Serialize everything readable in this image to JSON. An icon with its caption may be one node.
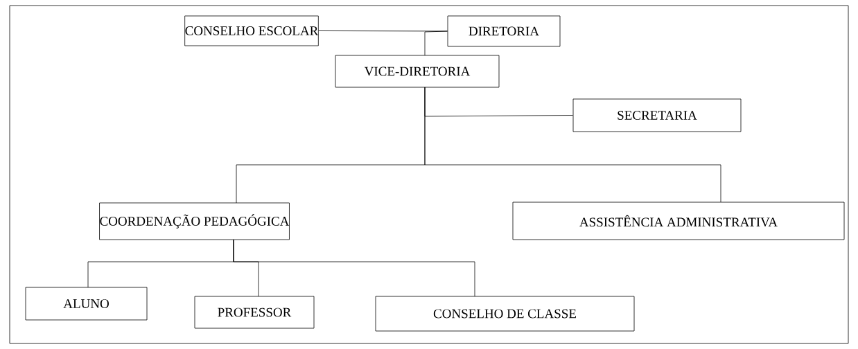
{
  "diagram": {
    "nodes": [
      {
        "text": [
          "CONSELHO ESCOLAR"
        ]
      },
      {
        "text": [
          "DIRETORIA"
        ]
      },
      {
        "text": [
          "VICE-DIRETORIA"
        ]
      },
      {
        "text": [
          "SECRETARIA"
        ]
      },
      {
        "text": [
          "COORDENAÇÃO PEDAGÓGICA"
        ]
      },
      {
        "text": [
          "ASSISTÊNCIA ADMINISTRATIVA"
        ]
      },
      {
        "text": [
          "ALUNO"
        ]
      },
      {
        "text": [
          "PROFESSOR"
        ]
      },
      {
        "text": [
          "CONSELHO DE CLASSE"
        ]
      }
    ],
    "edges": [
      {
        "from": 0,
        "to": 1,
        "arrow": "none"
      },
      {
        "from": 1,
        "to": 2,
        "arrow": "none"
      },
      {
        "from": 2,
        "to": 3,
        "arrow": "none"
      },
      {
        "from": 2,
        "to": 4,
        "arrow": "none"
      },
      {
        "from": 2,
        "to": 5,
        "arrow": "none"
      },
      {
        "from": 4,
        "to": 6,
        "arrow": "none"
      },
      {
        "from": 4,
        "to": 7,
        "arrow": "none"
      },
      {
        "from": 4,
        "to": 8,
        "arrow": "none"
      }
    ]
  }
}
